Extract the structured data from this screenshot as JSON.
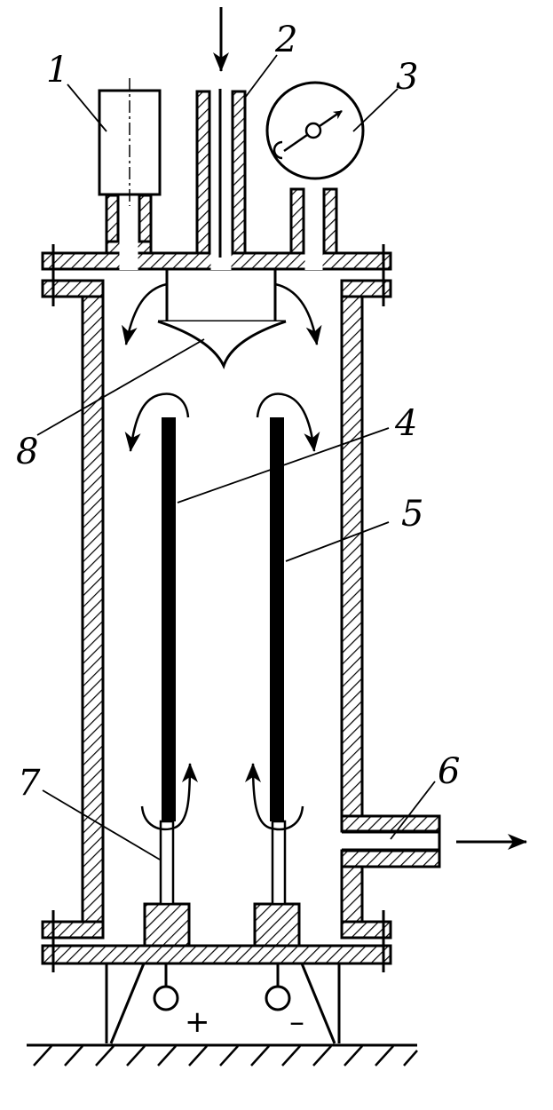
{
  "labels": {
    "l1": "1",
    "l2": "2",
    "l3": "3",
    "l4": "4",
    "l5": "5",
    "l6": "6",
    "l7": "7",
    "l8": "8"
  },
  "terminals": {
    "positive": "+",
    "negative": "–"
  },
  "colors": {
    "ink": "#000000",
    "paper": "#ffffff"
  }
}
